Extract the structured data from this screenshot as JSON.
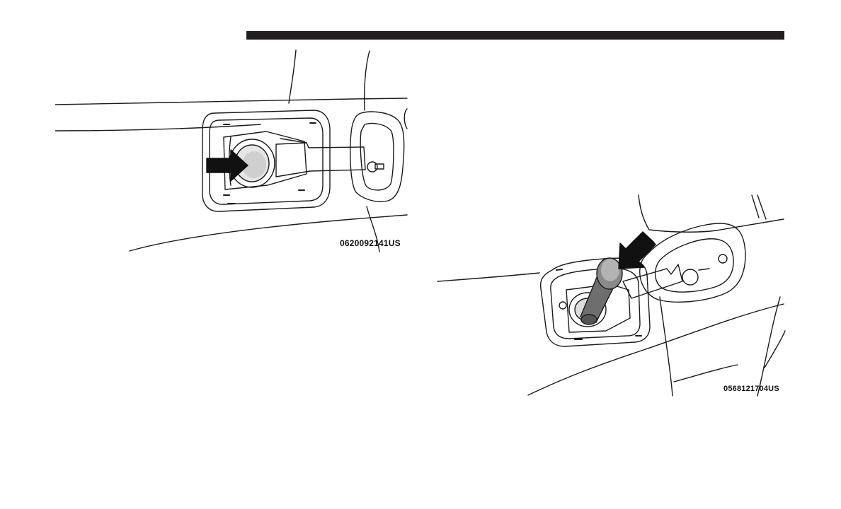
{
  "figures": [
    {
      "code": "0620092141US",
      "depicts": "fuel door opened, arrow pointing at capless filler neck"
    },
    {
      "code": "0568121704US",
      "depicts": "fuel funnel inserted into capless filler neck, arrow pointing at funnel"
    }
  ],
  "colors": {
    "ink": "#1a1a1a",
    "bar": "#231f20",
    "arrow": "#111111",
    "funnel": "#6e6e6e"
  }
}
